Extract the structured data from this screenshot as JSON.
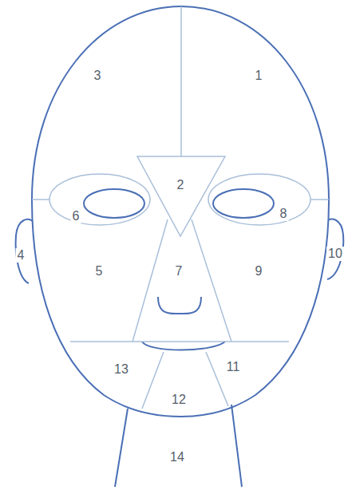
{
  "diagram": {
    "labels": [
      "3",
      "1",
      "2",
      "6",
      "8",
      "4",
      "10",
      "5",
      "7",
      "9",
      "13",
      "11",
      "12",
      "14"
    ]
  }
}
